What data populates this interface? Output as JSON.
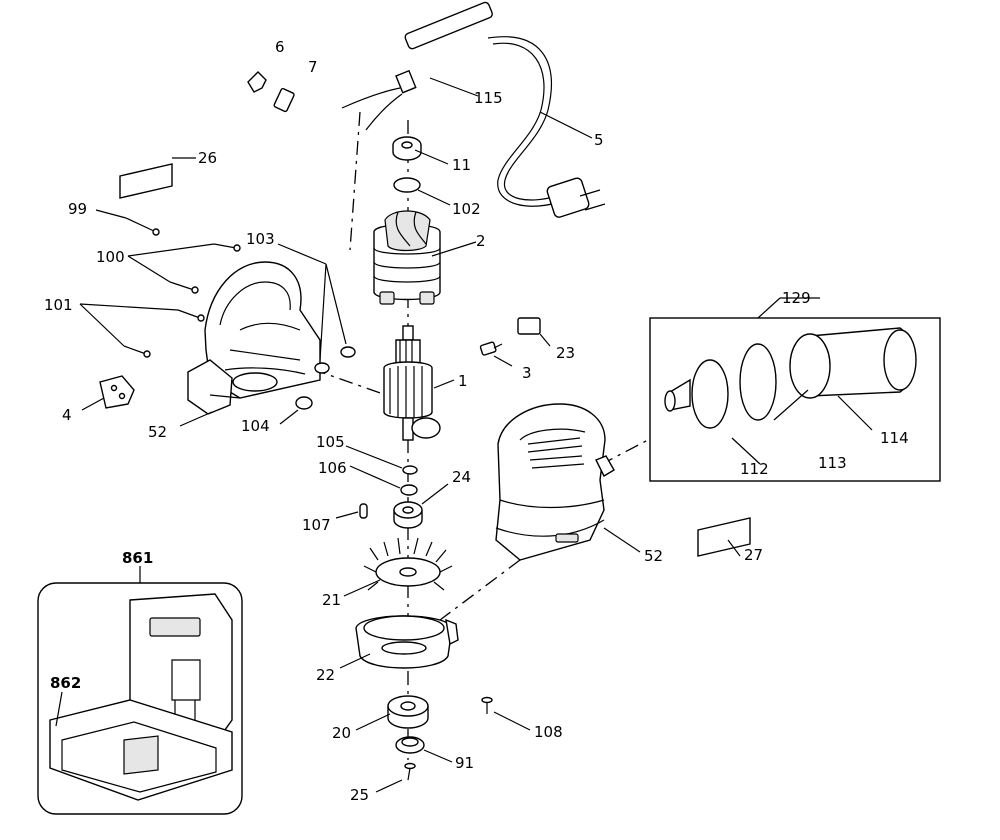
{
  "labels": {
    "p6": "6",
    "p7": "7",
    "p115": "115",
    "p5": "5",
    "p26": "26",
    "p11": "11",
    "p102": "102",
    "p99": "99",
    "p2": "2",
    "p100": "100",
    "p103": "103",
    "p101": "101",
    "p129": "129",
    "p23": "23",
    "p3": "3",
    "p1": "1",
    "p4": "4",
    "p52a": "52",
    "p104": "104",
    "p105": "105",
    "p106": "106",
    "p24": "24",
    "p112": "112",
    "p113": "113",
    "p114": "114",
    "p107": "107",
    "p52b": "52",
    "p27": "27",
    "p861": "861",
    "p21": "21",
    "p862": "862",
    "p22": "22",
    "p108": "108",
    "p20": "20",
    "p91": "91",
    "p25": "25"
  }
}
